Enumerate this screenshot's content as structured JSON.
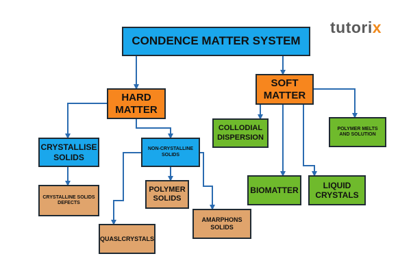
{
  "logo": {
    "text_main": "tutori",
    "text_x": "x"
  },
  "nodes": {
    "root": "CONDENCE MATTER SYSTEM",
    "hard": "HARD MATTER",
    "soft": "SOFT MATTER",
    "crystalline": "CRYSTALLISE SOLIDS",
    "noncrystalline": "NON-CRYSTALLINE SOLIDS",
    "crystal_defects": "CRYSTALLINE SOLIDS DEFECTS",
    "polymer_solids": "POLYMER SOLIDS",
    "amorphous": "AMARPHONS SOLIDS",
    "quasicrystals": "QUASLCRYSTALS",
    "colloidal": "COLLODIAL DISPERSION",
    "polymer_melts": "POLYMER MELTS AND SOLUTION",
    "biomatter": "BIOMATTER",
    "liquid_crystals": "LIQUID CRYSTALS"
  },
  "colors": {
    "blue": "#1aa7ec",
    "orange": "#f7861e",
    "green": "#6fba2c",
    "tan": "#e0a46c",
    "connector": "#2a6bb0"
  }
}
